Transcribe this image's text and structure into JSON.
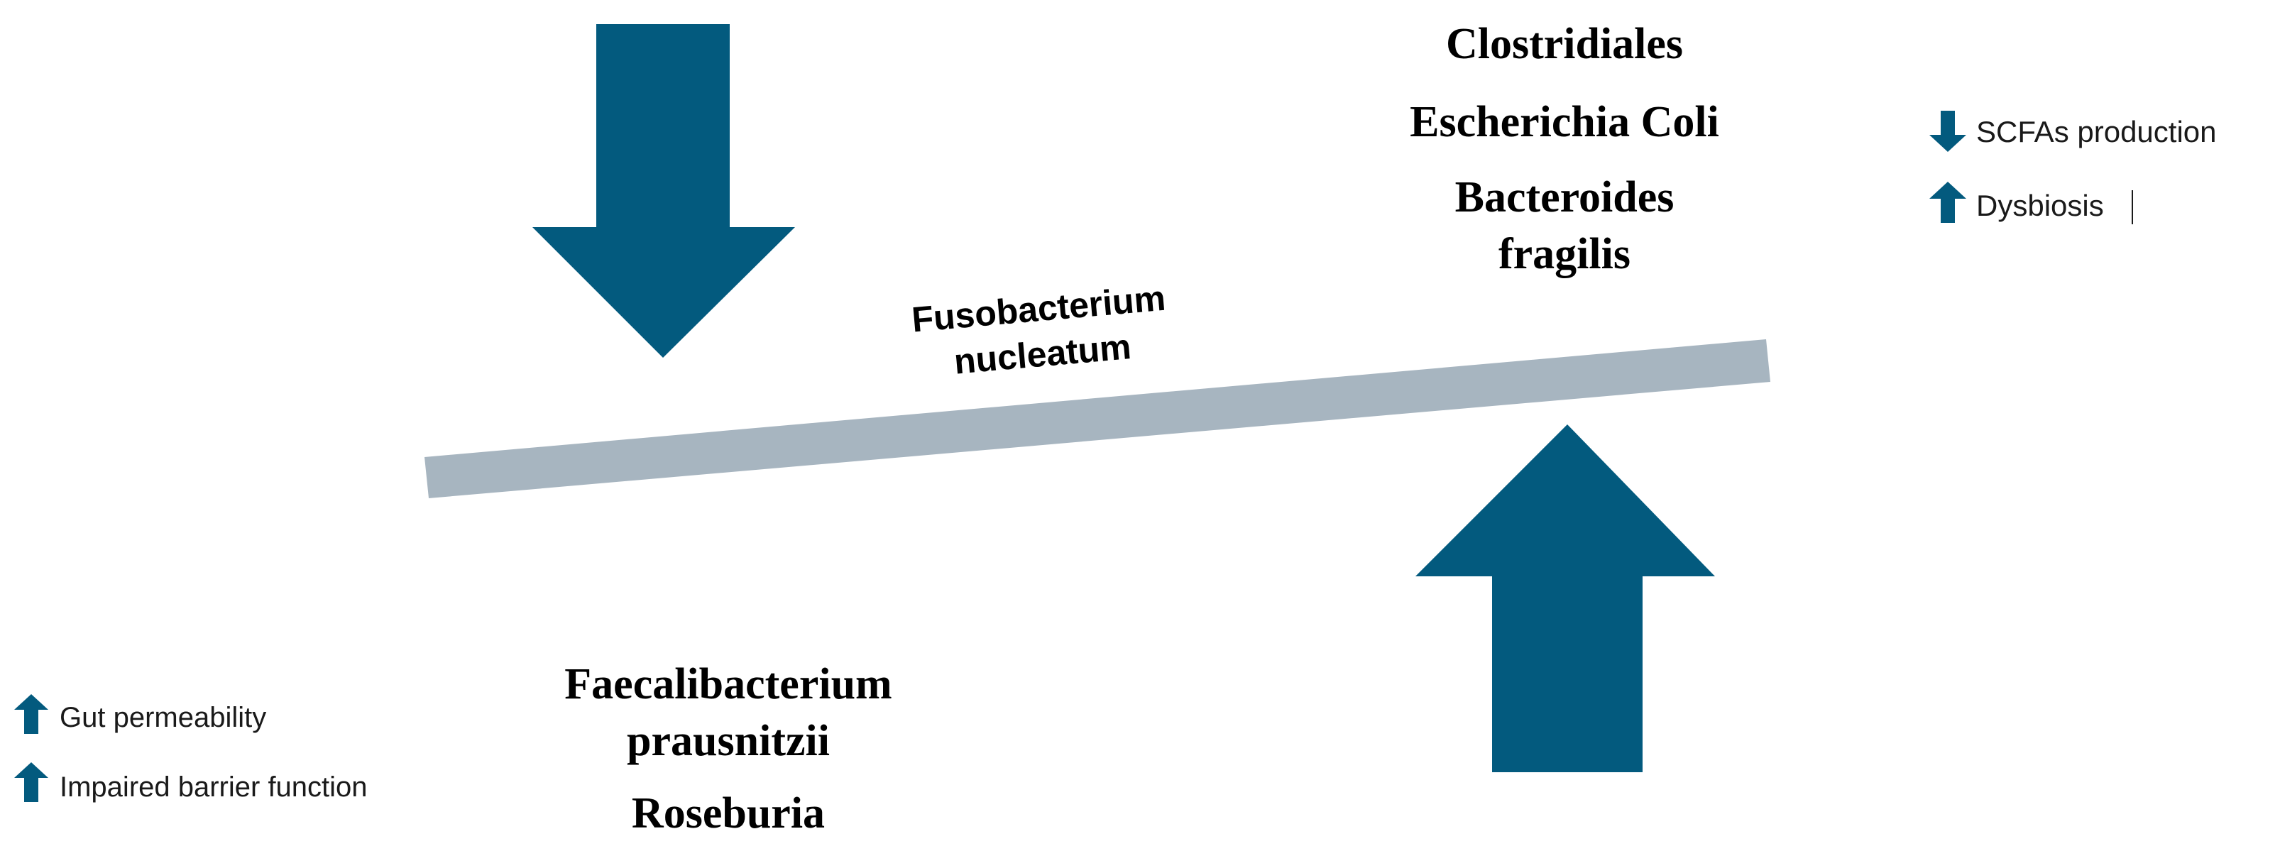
{
  "colors": {
    "arrow": "#035a7e",
    "beam": "#a7b5c0",
    "text": "#000000"
  },
  "top_right_bacteria": {
    "clostridiales": "Clostridiales",
    "escherichia_coli": "Escherichia Coli",
    "bacteroides_line1": "Bacteroides",
    "bacteroides_line2": "fragilis"
  },
  "beam_label": {
    "line1": "Fusobacterium",
    "line2": "nucleatum"
  },
  "bottom_left_bacteria": {
    "faecalibacterium_line1": "Faecalibacterium",
    "faecalibacterium_line2": "prausnitzii",
    "roseburia": "Roseburia"
  },
  "right_effects": [
    {
      "direction": "down",
      "label": "SCFAs production"
    },
    {
      "direction": "up",
      "label": "Dysbiosis"
    }
  ],
  "left_effects": [
    {
      "direction": "up",
      "label": "Gut permeability"
    },
    {
      "direction": "up",
      "label": "Impaired barrier function"
    }
  ],
  "icons": {
    "big_down_arrow": "down-arrow-icon",
    "big_up_arrow": "up-arrow-icon",
    "small_down_arrow": "small-down-arrow-icon",
    "small_up_arrow": "small-up-arrow-icon"
  }
}
